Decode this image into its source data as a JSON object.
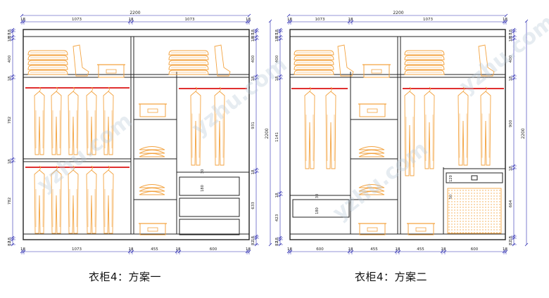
{
  "diagram": {
    "colors": {
      "frame": "#222222",
      "dim": "#2a2ab0",
      "item": "#f3a340",
      "rod": "#e03030",
      "text": "#222222"
    },
    "watermark": "yzhu.com",
    "schemes": [
      {
        "caption": "衣柜4：方案一",
        "top_total": "2200",
        "top_parts": [
          "18",
          "1073",
          "18",
          "1073",
          "18"
        ],
        "bottom_parts": [
          "18",
          "1073",
          "18",
          "455",
          "18",
          "600",
          "18"
        ],
        "left_dims": [
          "18",
          "87",
          "18",
          "400",
          "18",
          "782",
          "18",
          "782",
          "18",
          "82"
        ],
        "right_dims": [
          "18",
          "87",
          "18",
          "400",
          "18",
          "931",
          "18",
          "633",
          "18",
          "82"
        ],
        "overall_height": "2200",
        "drawer_dims": [
          "30",
          "180"
        ],
        "icons": [
          "folded-clothes-stack-icon",
          "boot-icon",
          "storage-box-icon",
          "hanging-coat-icon",
          "folded-shirt-icon"
        ]
      },
      {
        "caption": "衣柜4：方案二",
        "top_total": "2200",
        "top_parts": [
          "18",
          "1073",
          "18",
          "1073",
          "18"
        ],
        "bottom_parts": [
          "18",
          "600",
          "18",
          "455",
          "18",
          "455",
          "18",
          "600",
          "18"
        ],
        "left_dims": [
          "18",
          "87",
          "18",
          "400",
          "18",
          "1141",
          "18",
          "423",
          "18",
          "82"
        ],
        "right_dims": [
          "18",
          "87",
          "18",
          "400",
          "18",
          "900",
          "18",
          "664",
          "18",
          "82"
        ],
        "overall_height": "2200",
        "drawer_dims": [
          "30",
          "180"
        ],
        "pullout_dims": [
          "120",
          "50"
        ],
        "icons": [
          "folded-clothes-stack-icon",
          "boot-icon",
          "storage-box-icon",
          "hanging-coat-icon",
          "folded-shirt-icon",
          "laundry-basket-icon"
        ]
      }
    ]
  }
}
